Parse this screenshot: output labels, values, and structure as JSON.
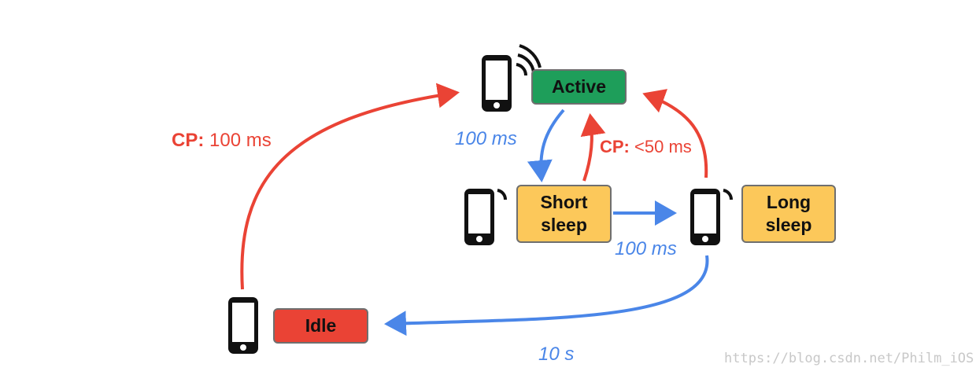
{
  "states": {
    "active": {
      "label": "Active",
      "color": "#1e9e5a"
    },
    "short_sleep": {
      "label": "Short\nsleep",
      "color": "#fcc85a"
    },
    "long_sleep": {
      "label": "Long\nsleep",
      "color": "#fcc85a"
    },
    "idle": {
      "label": "Idle",
      "color": "#ea4335"
    }
  },
  "transitions": {
    "idle_to_active": {
      "prefix": "CP:",
      "text": "100 ms"
    },
    "active_to_short": {
      "text": "100 ms"
    },
    "short_to_active": {
      "prefix": "CP:",
      "text": "<50 ms"
    },
    "short_to_long": {
      "text": "100 ms"
    },
    "long_to_idle": {
      "text": "10 s"
    }
  },
  "colors": {
    "promotion": "#ea4335",
    "demotion": "#4a86e8"
  },
  "icons": [
    "phone-signal-icon",
    "phone-icon"
  ],
  "watermark": "https://blog.csdn.net/Philm_iOS"
}
